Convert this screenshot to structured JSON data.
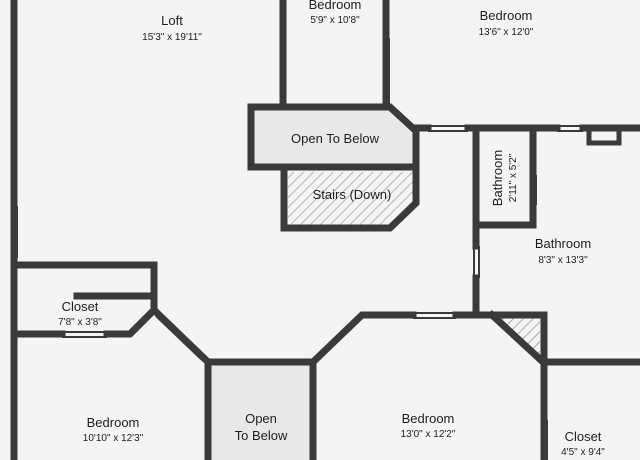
{
  "rooms": {
    "loft": {
      "name": "Loft",
      "dim": "15'3\" x 19'11\""
    },
    "bedroom_top_small": {
      "name": "Bedroom",
      "dim": "5'9\" x 10'8\""
    },
    "bedroom_top_right": {
      "name": "Bedroom",
      "dim": "13'6\" x 12'0\""
    },
    "open_to_below_top": {
      "name": "Open To Below"
    },
    "stairs": {
      "name": "Stairs (Down)"
    },
    "bathroom_small": {
      "name": "Bathroom",
      "dim": "2'11\" x 5'2\""
    },
    "bathroom_right": {
      "name": "Bathroom",
      "dim": "8'3\" x 13'3\""
    },
    "closet_left": {
      "name": "Closet",
      "dim": "7'8\" x 3'8\""
    },
    "bedroom_bottom_left": {
      "name": "Bedroom",
      "dim": "10'10\" x 12'3\""
    },
    "open_to_below_bottom": {
      "line1": "Open",
      "line2": "To Below"
    },
    "bedroom_bottom_mid": {
      "name": "Bedroom",
      "dim": "13'0\" x 12'2\""
    },
    "closet_right": {
      "name": "Closet",
      "dim": "4'5\" x 9'4\""
    }
  },
  "colors": {
    "wall": "#3a3a3a",
    "floor": "#f4f4f4",
    "open_area": "#e8e8e8",
    "hatch": "#7a7a7a",
    "window": "#ffffff"
  }
}
